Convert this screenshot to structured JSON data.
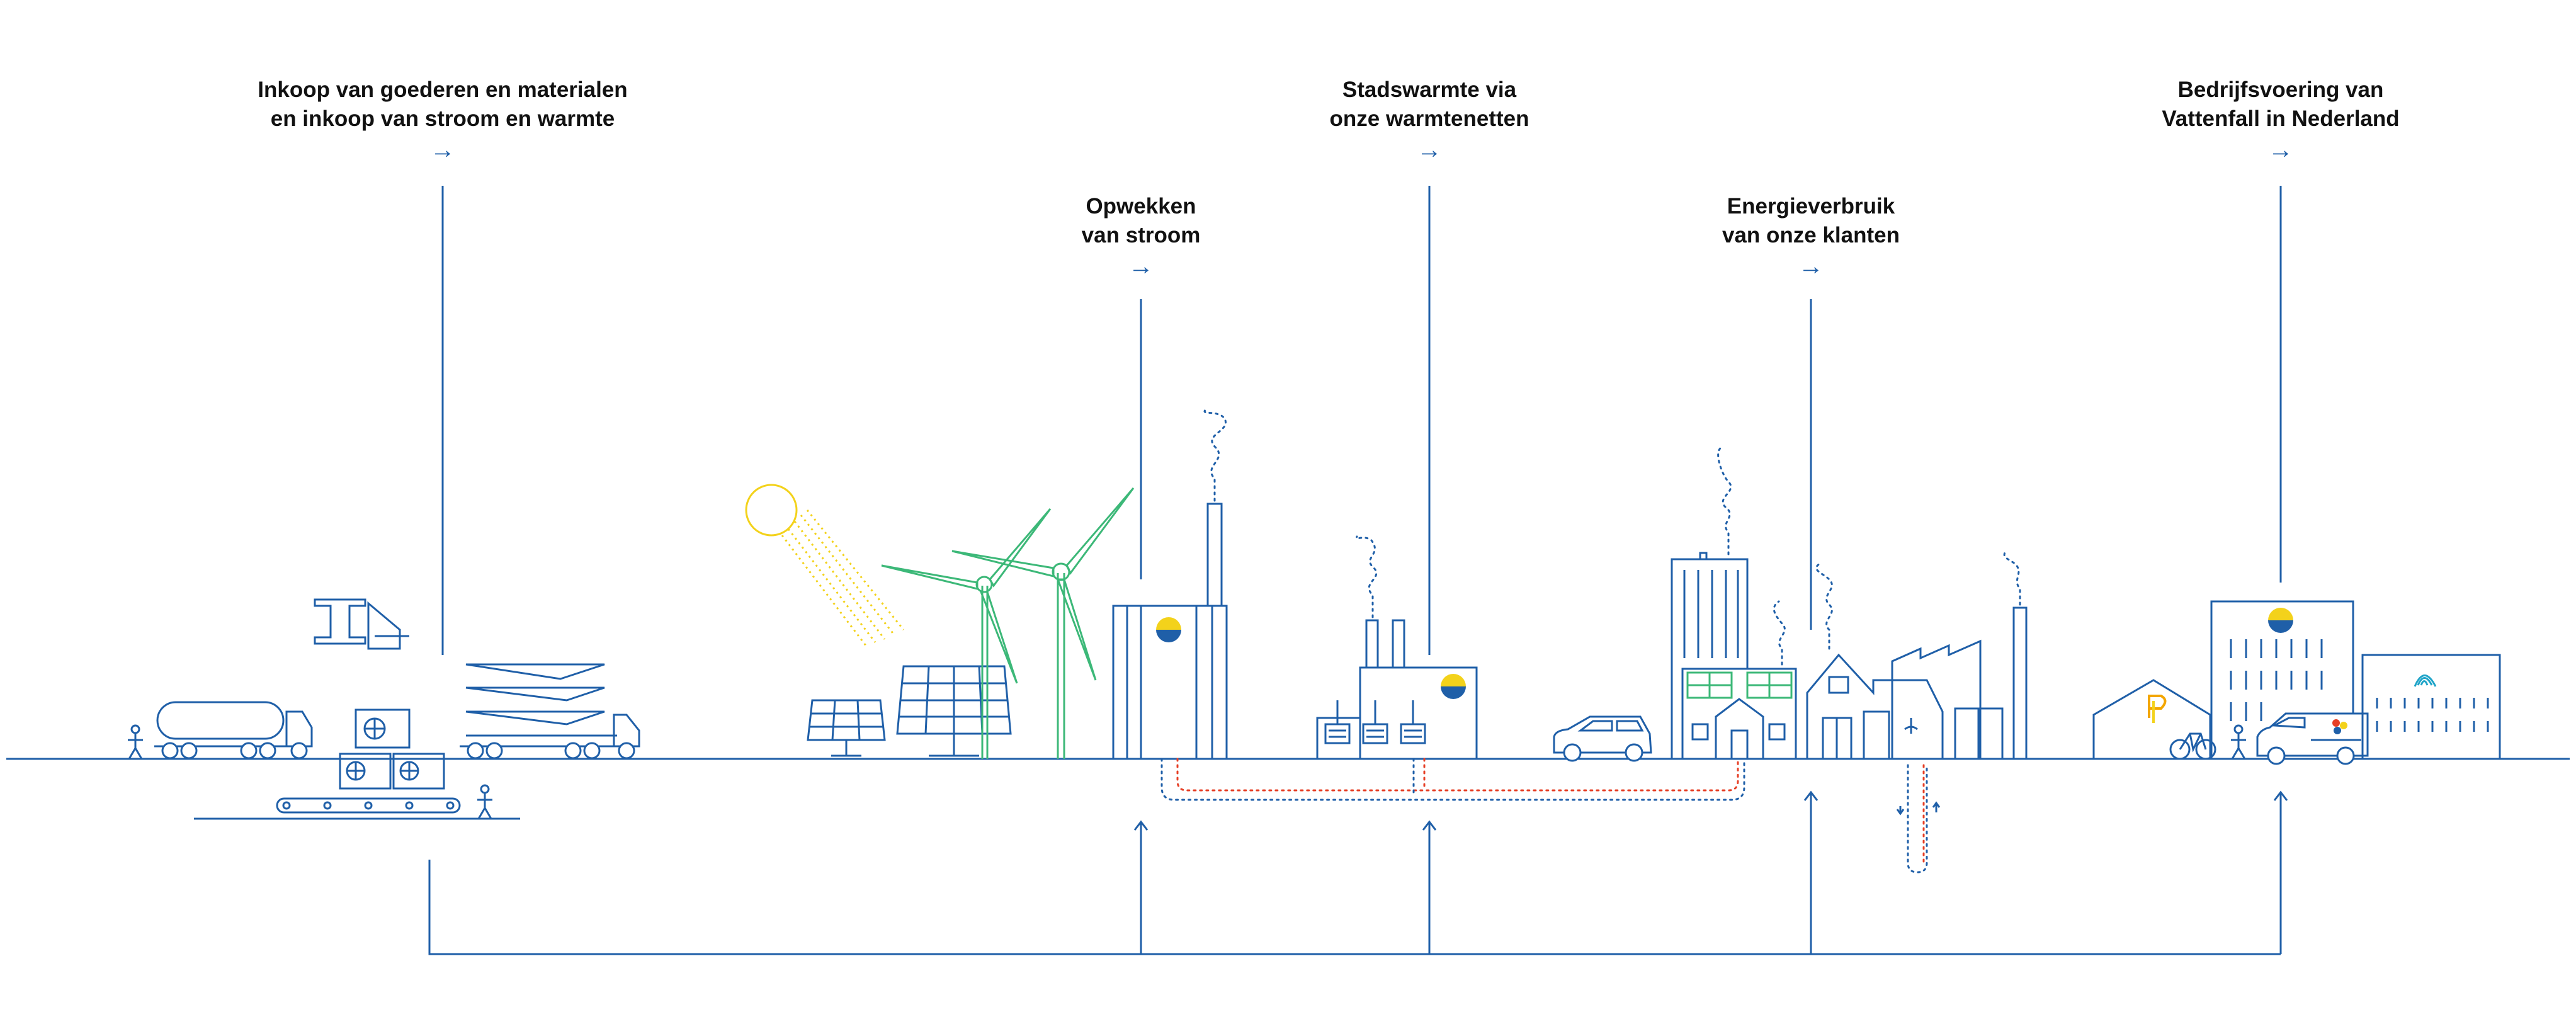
{
  "labels": {
    "inkoop": {
      "line1": "Inkoop van goederen en materialen",
      "line2": "en inkoop van stroom en warmte",
      "arrow": "→"
    },
    "stadswarmte": {
      "line1": "Stadswarmte via",
      "line2": "onze warmtenetten",
      "arrow": "→"
    },
    "bedrijfsvoering": {
      "line1": "Bedrijfsvoering van",
      "line2": "Vattenfall in Nederland",
      "arrow": "→"
    },
    "opwekken": {
      "line1": "Opwekken",
      "line2": "van stroom",
      "arrow": "→"
    },
    "energieverbruik": {
      "line1": "Energieverbruik",
      "line2": "van onze klanten",
      "arrow": "→"
    }
  },
  "colors": {
    "line": "#1f5fa8",
    "wind": "#3cb878",
    "sun": "#f3d21b",
    "heat": "#e63f26",
    "text": "#111111"
  },
  "icons": [
    "vattenfall-logo-icon",
    "wind-turbine-icon",
    "solar-panel-icon",
    "sun-icon",
    "truck-icon",
    "car-icon",
    "bicycle-icon",
    "van-icon",
    "wifi-icon",
    "person-icon"
  ]
}
